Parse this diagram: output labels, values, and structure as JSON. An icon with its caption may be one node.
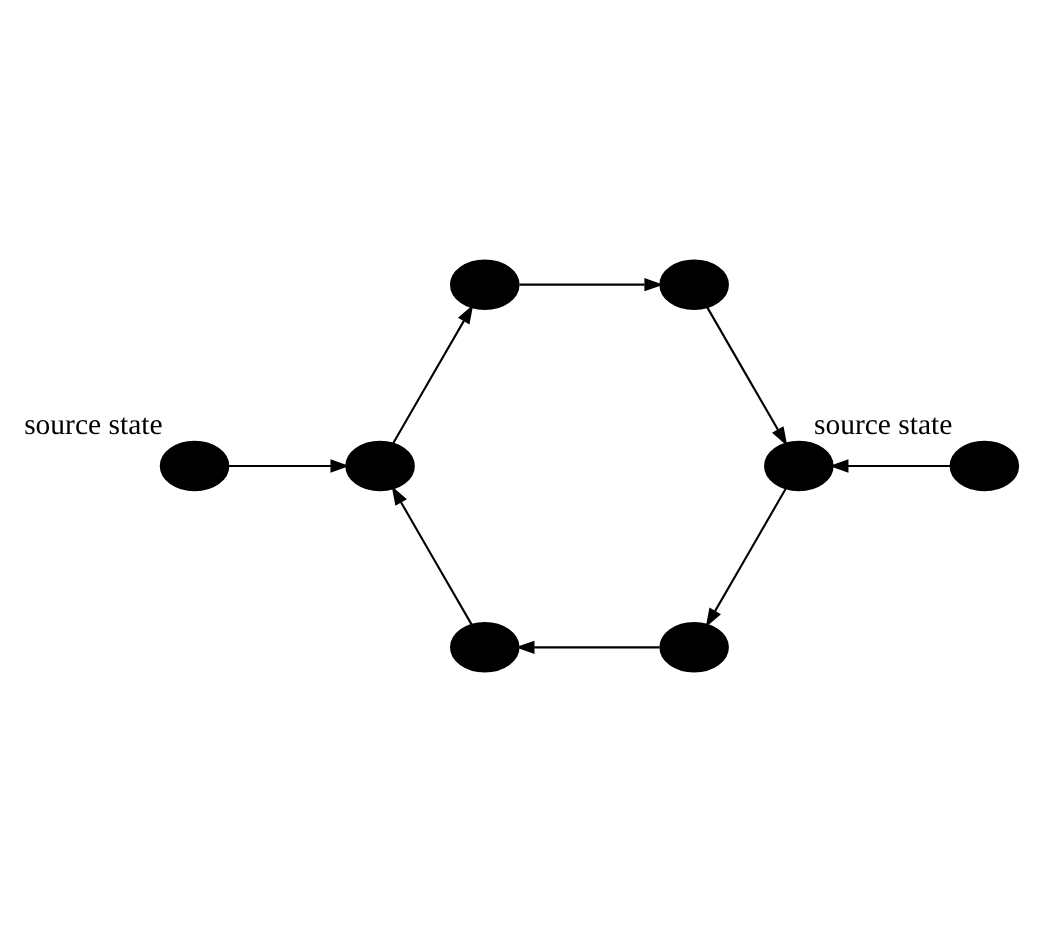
{
  "diagram": {
    "nodes": [
      {
        "text": [],
        "shape": "circle",
        "beside": [
          "source state"
        ]
      },
      {
        "text": [],
        "shape": "circle"
      },
      {
        "text": [],
        "shape": "circle"
      },
      {
        "text": [],
        "shape": "circle"
      },
      {
        "text": [],
        "shape": "circle"
      },
      {
        "text": [],
        "shape": "circle"
      },
      {
        "text": [],
        "shape": "circle"
      },
      {
        "text": [],
        "shape": "circle",
        "beside": [
          "source state"
        ]
      }
    ],
    "edges": [
      {
        "from": 0,
        "to": 3,
        "arrow": "to"
      },
      {
        "from": 1,
        "to": 2,
        "arrow": "to"
      },
      {
        "from": 2,
        "to": 3,
        "arrow": "to"
      },
      {
        "from": 3,
        "to": 4,
        "arrow": "to"
      },
      {
        "from": 4,
        "to": 5,
        "arrow": "to"
      },
      {
        "from": 5,
        "to": 6,
        "arrow": "to"
      },
      {
        "from": 6,
        "to": 1,
        "arrow": "to"
      },
      {
        "from": 7,
        "to": 6,
        "arrow": "to"
      }
    ]
  }
}
